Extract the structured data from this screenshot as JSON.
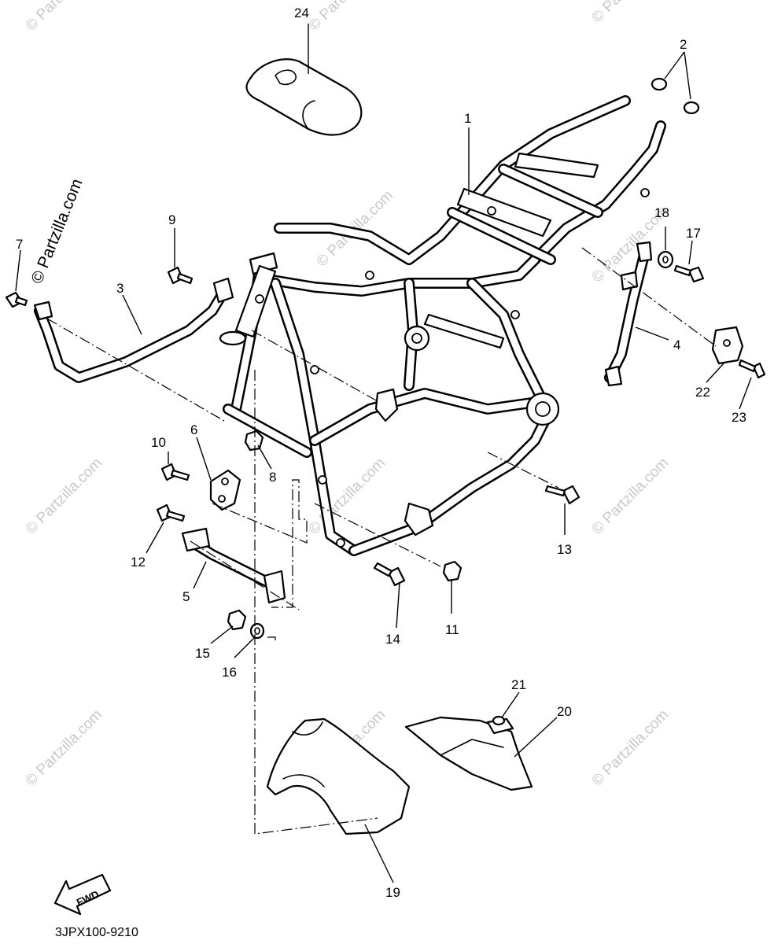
{
  "diagram": {
    "part_numbers": [
      "1",
      "2",
      "3",
      "4",
      "5",
      "6",
      "7",
      "8",
      "9",
      "10",
      "11",
      "12",
      "13",
      "14",
      "15",
      "16",
      "17",
      "18",
      "19",
      "20",
      "21",
      "22",
      "23",
      "24"
    ],
    "drawing_code": "3JPX100-9210",
    "direction_label": "FWD",
    "watermark_side": "© Partzilla.com",
    "watermark_tile": "© Partzilla.com"
  }
}
